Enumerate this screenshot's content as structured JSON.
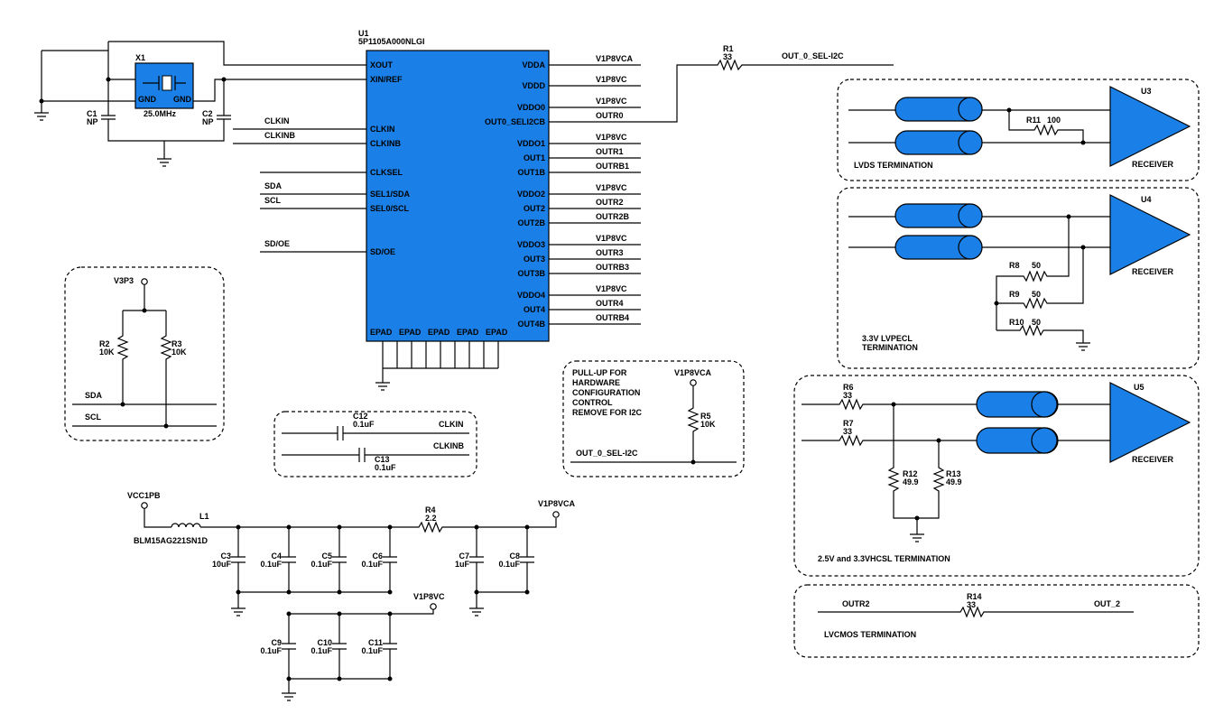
{
  "u1": {
    "ref": "U1",
    "part": "5P1105A000NLGI",
    "left_pins": [
      "XOUT",
      "XIN/REF",
      "CLKIN",
      "CLKINB",
      "CLKSEL",
      "SEL1/SDA",
      "SEL0/SCL",
      "SD/OE"
    ],
    "right_pins": [
      "VDDA",
      "VDDD",
      "VDDO0",
      "OUT0_SELI2CB",
      "VDDO1",
      "OUT1",
      "OUT1B",
      "VDDO2",
      "OUT2",
      "OUT2B",
      "VDDO3",
      "OUT3",
      "OUT3B",
      "VDDO4",
      "OUT4",
      "OUT4B"
    ],
    "epad": "EPAD"
  },
  "nets_left": [
    "CLKIN",
    "CLKINB",
    "SDA",
    "SCL",
    "SD/OE"
  ],
  "nets_right": [
    "V1P8VCA",
    "V1P8VC",
    "V1P8VC",
    "OUTR0",
    "V1P8VC",
    "OUTR1",
    "OUTRB1",
    "V1P8VC",
    "OUTR2",
    "OUTR2B",
    "V1P8VC",
    "OUTR3",
    "OUTRB3",
    "V1P8VC",
    "OUTR4",
    "OUTRB4"
  ],
  "crystal": {
    "ref": "X1",
    "value": "25.0MHz",
    "gnd": "GND",
    "c1": "C1",
    "c1v": "NP",
    "c2": "C2",
    "c2v": "NP"
  },
  "r1": {
    "ref": "R1",
    "value": "33",
    "net": "OUT_0_SEL-I2C"
  },
  "lvds": {
    "ref": "U3",
    "r_ref": "R11",
    "r_val": "100",
    "caption": "LVDS TERMINATION",
    "receiver": "RECEIVER"
  },
  "lvpecl": {
    "ref": "U4",
    "r8": "R8",
    "r9": "R9",
    "r10": "R10",
    "r_val": "50",
    "caption1": "3.3V LVPECL",
    "caption2": "TERMINATION",
    "receiver": "RECEIVER"
  },
  "hcsl": {
    "ref": "U5",
    "r6": "R6",
    "r7": "R7",
    "r67_val": "33",
    "r12": "R12",
    "r13": "R13",
    "r1213_val": "49.9",
    "caption": "2.5V and 3.3VHCSL TERMINATION",
    "receiver": "RECEIVER"
  },
  "lvcmos": {
    "r_ref": "R14",
    "r_val": "33",
    "in_net": "OUTR2",
    "out_net": "OUT_2",
    "caption": "LVCMOS TERMINATION"
  },
  "pullup_i2c": {
    "rail": "V3P3",
    "r2": "R2",
    "r3": "R3",
    "r_val": "10K",
    "sda": "SDA",
    "scl": "SCL"
  },
  "clkin_caps": {
    "c12": "C12",
    "c13": "C13",
    "value": "0.1uF",
    "net1": "CLKIN",
    "net2": "CLKINB"
  },
  "hw_pullup": {
    "line1": "PULL-UP FOR",
    "line2": "HARDWARE",
    "line3": "CONFIGURATION",
    "line4": "CONTROL",
    "line5": "REMOVE FOR I2C",
    "rail": "V1P8VCA",
    "r_ref": "R5",
    "r_val": "10K",
    "net": "OUT_0_SEL-I2C"
  },
  "power": {
    "vcc": "VCC1PB",
    "l1": "L1",
    "l1_part": "BLM15AG221SN1D",
    "r4": "R4",
    "r4_val": "2.2",
    "out_rail": "V1P8VCA",
    "vc_rail": "V1P8VC",
    "caps": [
      {
        "ref": "C3",
        "val": "10uF"
      },
      {
        "ref": "C4",
        "val": "0.1uF"
      },
      {
        "ref": "C5",
        "val": "0.1uF"
      },
      {
        "ref": "C6",
        "val": "0.1uF"
      },
      {
        "ref": "C7",
        "val": "1uF"
      },
      {
        "ref": "C8",
        "val": "0.1uF"
      },
      {
        "ref": "C9",
        "val": "0.1uF"
      },
      {
        "ref": "C10",
        "val": "0.1uF"
      },
      {
        "ref": "C11",
        "val": "0.1uF"
      }
    ]
  }
}
